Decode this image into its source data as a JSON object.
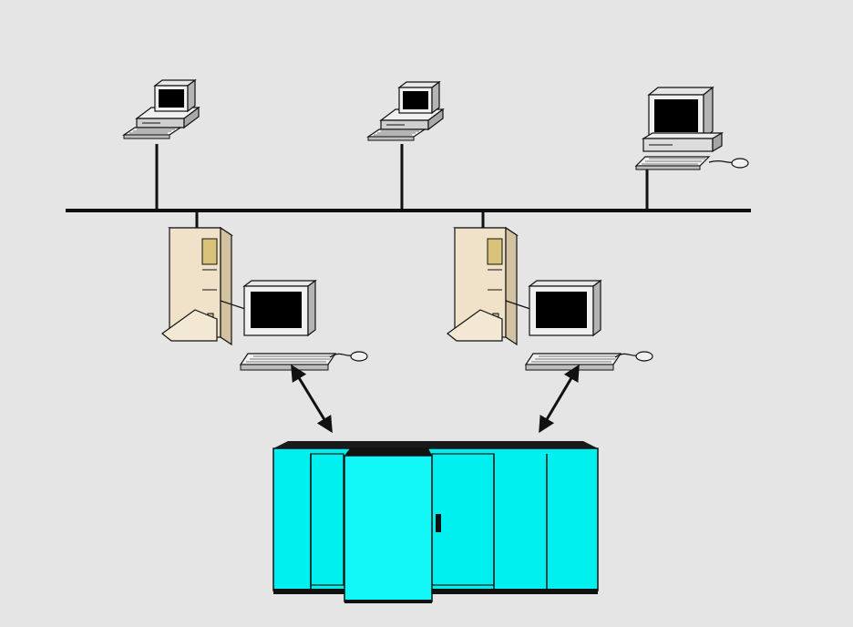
{
  "colors": {
    "background": "#e5e5e5",
    "line": "#111111",
    "screen": "#000000",
    "terminal_body": "#f0f0f0",
    "terminal_shade": "#b4b4b4",
    "tower_beige": "#efe2c8",
    "tower_shade": "#d3c2a2",
    "mainframe": "#00f0f0",
    "mainframe_dark": "#009c9c"
  },
  "nodes": [
    {
      "id": "terminal-1",
      "icon": "desktop-computer-icon"
    },
    {
      "id": "terminal-2",
      "icon": "desktop-computer-icon"
    },
    {
      "id": "workstation-3",
      "icon": "workstation-computer-icon"
    },
    {
      "id": "tower-1",
      "icon": "tower-pc-icon"
    },
    {
      "id": "tower-2",
      "icon": "tower-pc-icon"
    },
    {
      "id": "mainframe",
      "icon": "mainframe-icon"
    }
  ],
  "edges": [
    {
      "from": "terminal-1",
      "to": "network-bus",
      "type": "drop-line"
    },
    {
      "from": "terminal-2",
      "to": "network-bus",
      "type": "drop-line"
    },
    {
      "from": "workstation-3",
      "to": "network-bus",
      "type": "drop-line"
    },
    {
      "from": "tower-1",
      "to": "network-bus",
      "type": "drop-line"
    },
    {
      "from": "tower-2",
      "to": "network-bus",
      "type": "drop-line"
    },
    {
      "from": "tower-1",
      "to": "mainframe",
      "type": "bidirectional-arrow"
    },
    {
      "from": "tower-2",
      "to": "mainframe",
      "type": "bidirectional-arrow"
    }
  ]
}
